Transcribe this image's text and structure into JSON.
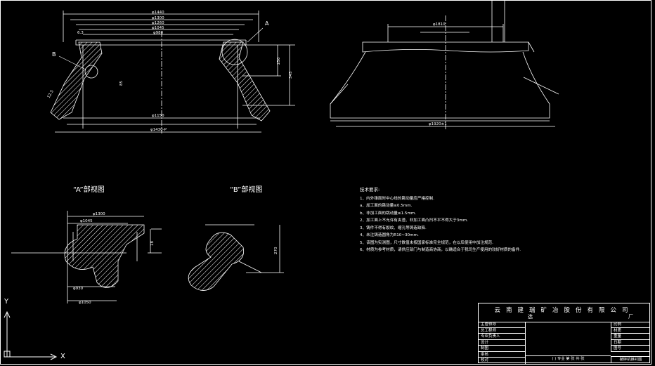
{
  "views": {
    "detail_a_label": "“A”部视图",
    "detail_b_label": "“B”部视图",
    "marker_a": "A",
    "marker_b": "B"
  },
  "dimensions": {
    "d1440": "φ1440",
    "d1300": "φ1300",
    "d1260": "φ1260",
    "d1045": "φ1045",
    "d980": "φ980",
    "d1150": "φ1150",
    "d1430": "φ1430-P",
    "d1050": "φ1050",
    "d930": "φ930",
    "h345": "345",
    "h250": "250",
    "h85": "85",
    "h270": "270",
    "h18": "18",
    "r63": "6.3",
    "ra125": "12.5",
    "d1810": "φ1810",
    "d1920": "φ1920±1"
  },
  "notes": {
    "title": "技术要求:",
    "items": [
      "1、内外锥面时中心线的跳动量应严格控制.",
      "a、加工面的跳动量≤0.5mm.",
      "b、非加工面的跳动量≤1.5mm.",
      "2、加工面上不允许有夹渣、非加工面凸凹不平不得大于3mm.",
      "3、铸件不得有裂纹、缩孔等铸造缺陷.",
      "4、未注铸造圆角为R10~30mm.",
      "5、该图为实测图，尺寸数值未按国家标准完全规范，在以后使用中加注规范.",
      "6、材质为参考材质，请供应部门与制造商协商，以确适合于我司生产使用的较好材质的备件."
    ]
  },
  "title_block": {
    "company": "云南建瑞矿冶股份有限公司",
    "sub_left": "选",
    "sub_right": "厂",
    "left_rows": [
      "主管领导",
      "总工程师",
      "专业负责人",
      "设计",
      "制图",
      "审核",
      "校对"
    ],
    "right_rows": [
      "比例",
      "材质",
      "重量",
      "日期",
      "图号"
    ],
    "footer": "( ) 专业 第 张 共 张",
    "footer_right": "破碎机锥衬图"
  },
  "axes": {
    "y": "Y",
    "x": "X"
  }
}
